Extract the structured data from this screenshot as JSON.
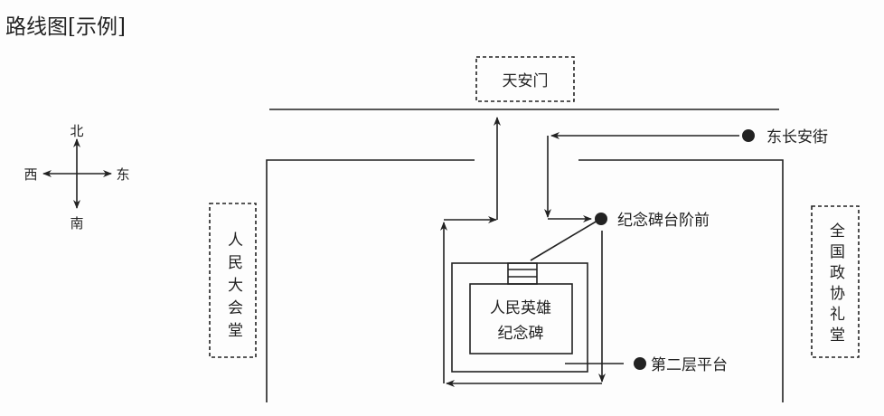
{
  "title": "路线图[示例]",
  "compass": {
    "north": "北",
    "south": "南",
    "east": "东",
    "west": "西"
  },
  "places": {
    "tiananmen": "天安门",
    "great_hall": "人民大会堂",
    "cppcc_hall": "全国政协礼堂",
    "monument_line1": "人民英雄",
    "monument_line2": "纪念碑"
  },
  "labels": {
    "east_changan": "东长安街",
    "front_steps": "纪念碑台阶前",
    "second_platform": "第二层平台"
  }
}
